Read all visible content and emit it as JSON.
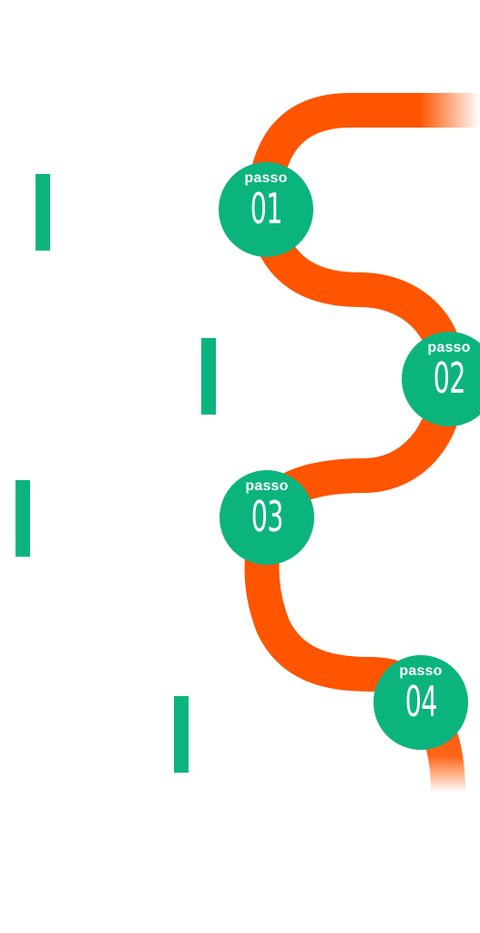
{
  "colors": {
    "path": "#ff5400",
    "step_fill": "#0cb47d",
    "step_text": "#ffffff",
    "bar": "#0cb47d",
    "background": "#ffffff"
  },
  "steps": [
    {
      "label": "passo",
      "number": "01"
    },
    {
      "label": "passo",
      "number": "02"
    },
    {
      "label": "passo",
      "number": "03"
    },
    {
      "label": "passo",
      "number": "04"
    }
  ]
}
